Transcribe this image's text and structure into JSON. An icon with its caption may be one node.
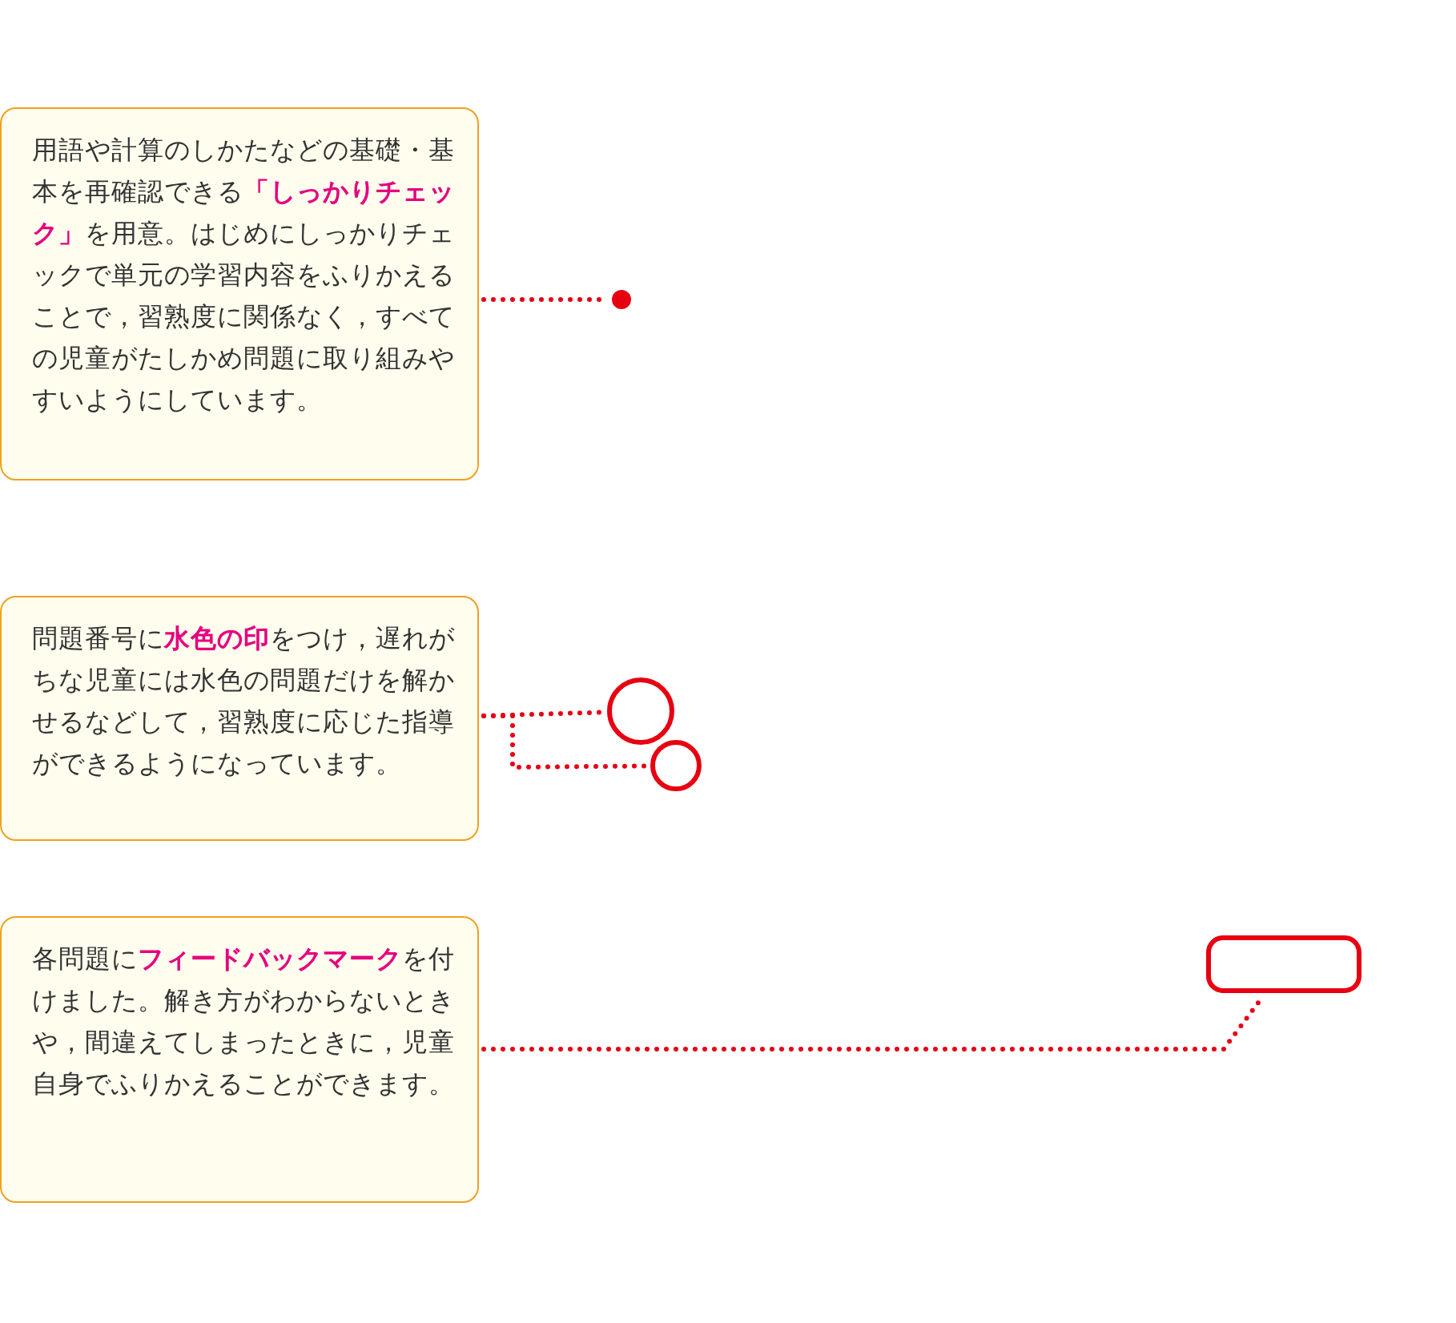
{
  "diagram": {
    "nodes": [
      {
        "text": [
          "用語や計算のしかたなどの基礎・基本を再確認できる**「しっかりチェック」**を用意。はじめにしっかりチェックで単元の学習内容をふりかえることで，習熟度に関係なく，すべての児童がたしかめ問題に取り組みやすいようにしています。"
        ]
      },
      {
        "text": [],
        "shape": "dot"
      },
      {
        "text": [
          "問題番号に**水色の印**をつけ，遅れがちな児童には水色の問題だけを解かせるなどして，習熟度に応じた指導ができるようになっています。"
        ]
      },
      {
        "text": [],
        "shape": "circle"
      },
      {
        "text": [],
        "shape": "circle"
      },
      {
        "text": [
          "各問題に**フィードバックマーク**を付けました。解き方がわからないときや，間違えてしまったときに，児童自身でふりかえることができます。"
        ]
      },
      {
        "text": [],
        "shape": "box"
      }
    ],
    "edges": [
      {
        "from": 0,
        "to": 1,
        "arrow": "none"
      },
      {
        "from": 2,
        "to": 3,
        "arrow": "none"
      },
      {
        "from": 2,
        "to": 4,
        "arrow": "none"
      },
      {
        "from": 5,
        "to": 6,
        "arrow": "none"
      }
    ]
  }
}
